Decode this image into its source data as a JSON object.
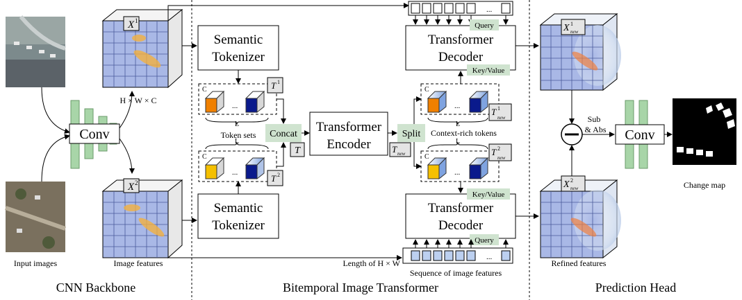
{
  "sections": {
    "left": "CNN Backbone",
    "middle": "Bitemporal Image Transformer",
    "right": "Prediction Head"
  },
  "backbone": {
    "conv": "Conv",
    "input_caption": "Input images",
    "features_caption": "Image features",
    "feature1": "X",
    "feature1_sup": "1",
    "feature2": "X",
    "feature2_sup": "2",
    "shape": "H × W × C"
  },
  "tokenizer": {
    "top_line1": "Semantic",
    "top_line2": "Tokenizer",
    "bottom_line1": "Semantic",
    "bottom_line2": "Tokenizer",
    "token_sets": "Token sets",
    "t1": "T",
    "t1_sup": "1",
    "t2": "T",
    "t2_sup": "2",
    "L": "L",
    "C": "C",
    "dots": "..."
  },
  "encoder": {
    "concat": "Concat",
    "T": "T",
    "line1": "Transformer",
    "line2": "Encoder",
    "split": "Split",
    "T_new": "T",
    "new_sub": "new",
    "context_tokens": "Context-rich tokens"
  },
  "decoder": {
    "top_line1": "Transformer",
    "top_line2": "Decoder",
    "bottom_line1": "Transformer",
    "bottom_line2": "Decoder",
    "query": "Query",
    "keyvalue": "Key/Value",
    "tnew1_sup": "1",
    "tnew2_sup": "2",
    "seq_dots": "...",
    "length_label": "Length of H × W",
    "sequence_caption": "Sequence of image features"
  },
  "head": {
    "refined_caption": "Refined features",
    "x1new_sup": "1",
    "x2new_sup": "2",
    "sub": "Sub",
    "abs": "& Abs",
    "conv": "Conv",
    "change_map": "Change map"
  },
  "colors": {
    "grid": "#a9b8e6",
    "green": "#cfe3cf",
    "conv_bar": "#a8d5a8",
    "token_orange": "#f08000",
    "token_yellow": "#f5c000",
    "token_navy": "#0a1a8c"
  }
}
